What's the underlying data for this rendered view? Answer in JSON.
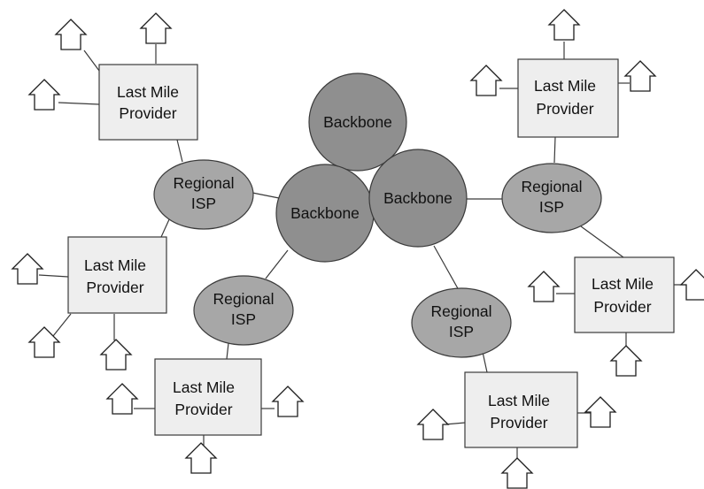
{
  "labels": {
    "backbone": "Backbone",
    "regional_isp": [
      "Regional",
      "ISP"
    ],
    "last_mile_provider": [
      "Last Mile",
      "Provider"
    ]
  },
  "colors": {
    "backbone_fill": "#8f8f8f",
    "regional_isp_fill": "#a7a7a7",
    "last_mile_provider_fill": "#eeeeee",
    "house_fill": "#ffffff",
    "stroke": "#3a3a3a"
  },
  "icons": {
    "customer": "house-icon"
  },
  "structure": {
    "backbones": 3,
    "regional_isps": 4,
    "last_mile_providers": 6,
    "houses_per_provider": 3
  }
}
